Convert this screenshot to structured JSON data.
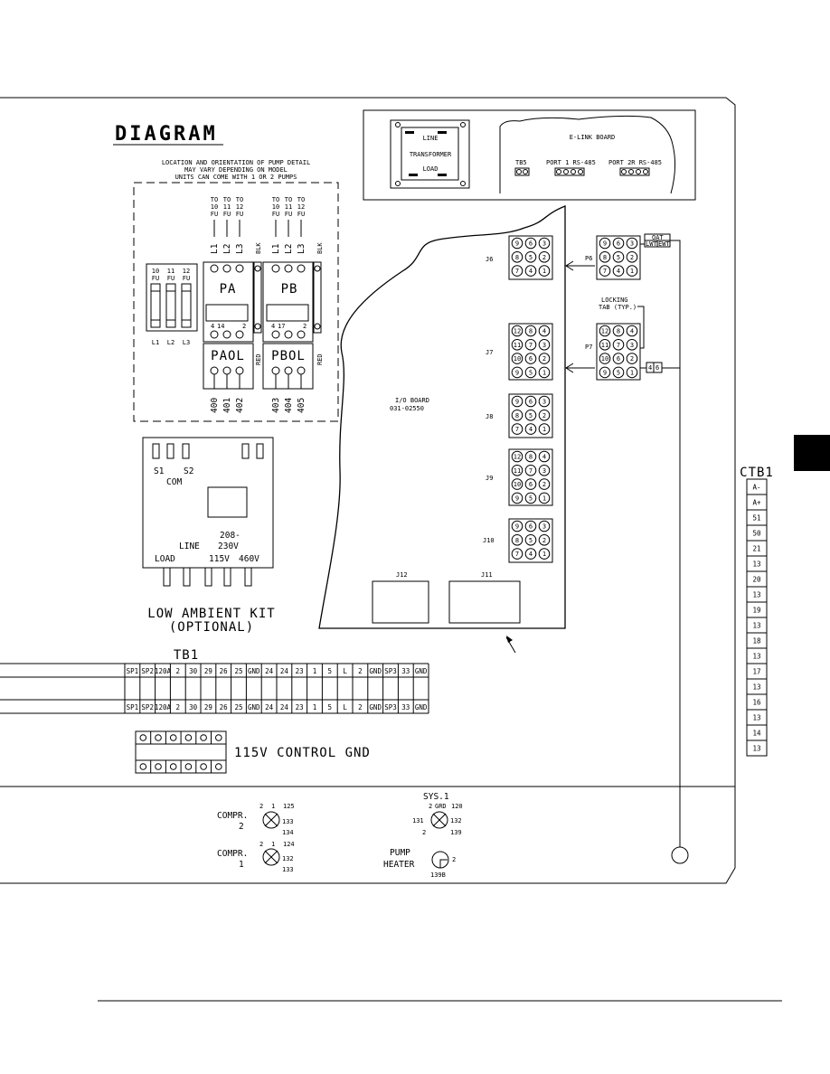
{
  "title": "DIAGRAM",
  "pump_note": [
    "LOCATION AND ORIENTATION OF PUMP DETAIL",
    "MAY VARY DEPENDING ON MODEL",
    "UNITS CAN COME WITH 1 OR 2 PUMPS"
  ],
  "pump": {
    "to_labels": [
      "TO",
      "TO",
      "TO"
    ],
    "fu_numbers": [
      "10",
      "11",
      "12"
    ],
    "fu_label": "FU",
    "line_labels": [
      "L1",
      "L2",
      "L3"
    ],
    "blk": "BLK",
    "red": "RED",
    "pa": "PA",
    "pb": "PB",
    "pa_coil": [
      "4",
      "14",
      "2"
    ],
    "pb_coil": [
      "4",
      "17",
      "2"
    ],
    "paol": "PAOL",
    "pbol": "PBOL",
    "paol_wires": [
      "400",
      "401",
      "402"
    ],
    "pbol_wires": [
      "403",
      "404",
      "405"
    ]
  },
  "low_ambient": {
    "s1": "S1",
    "s2": "S2",
    "com": "COM",
    "v208": "208-",
    "line": "LINE",
    "v230": "230V",
    "load": "LOAD",
    "v115": "115V",
    "v460": "460V",
    "title": "LOW AMBIENT KIT",
    "subtitle": "(OPTIONAL)"
  },
  "transformer": {
    "line": "LINE",
    "name": "TRANSFORMER",
    "load": "LOAD"
  },
  "elink": {
    "title": "E-LINK BOARD",
    "tb5": "TB5",
    "port1": "PORT 1 RS-485",
    "port2": "PORT 2R RS-485"
  },
  "io_board": {
    "name": "I/O BOARD",
    "part": "031-02550",
    "j6": "J6",
    "j7": "J7",
    "j8": "J8",
    "j9": "J9",
    "j10": "J10",
    "j11": "J11",
    "j12": "J12",
    "p6": "P6",
    "p7": "P7",
    "locking_tab": [
      "LOCKING",
      "TAB (TYP.)"
    ],
    "oat": "OAT",
    "lwt": "LWT",
    "ewt": "EWT",
    "p7_wires": [
      "4",
      "6"
    ],
    "pins9": [
      "9",
      "6",
      "3",
      "8",
      "5",
      "2",
      "7",
      "4",
      "1"
    ],
    "pins12": [
      "12",
      "8",
      "4",
      "11",
      "7",
      "3",
      "10",
      "6",
      "2",
      "9",
      "5",
      "1"
    ]
  },
  "tb1": {
    "label": "TB1",
    "terminals": [
      "SP1",
      "SP2",
      "120A",
      "2",
      "30",
      "29",
      "26",
      "25",
      "GND",
      "24",
      "24",
      "23",
      "1",
      "5",
      "L",
      "2",
      "GND",
      "SP3",
      "33",
      "GND"
    ]
  },
  "control_gnd": "115V CONTROL GND",
  "ctb1": {
    "label": "CTB1",
    "terminals": [
      "A-",
      "A+",
      "51",
      "50",
      "21",
      "13",
      "20",
      "13",
      "19",
      "13",
      "18",
      "13",
      "17",
      "13",
      "16",
      "13",
      "14",
      "13"
    ]
  },
  "compressors": {
    "compr2": [
      "COMPR.",
      "2"
    ],
    "compr2_wires": [
      "2",
      "1",
      "125",
      "133",
      "134"
    ],
    "compr1": [
      "COMPR.",
      "1"
    ],
    "compr1_wires": [
      "2",
      "1",
      "124",
      "132",
      "133"
    ],
    "sys1": "SYS.1",
    "sys1_wires": [
      "2",
      "GRD",
      "120",
      "131",
      "132",
      "2",
      "139"
    ],
    "pump_heater": [
      "PUMP",
      "HEATER"
    ],
    "heater_wires": [
      "2",
      "139B"
    ]
  }
}
